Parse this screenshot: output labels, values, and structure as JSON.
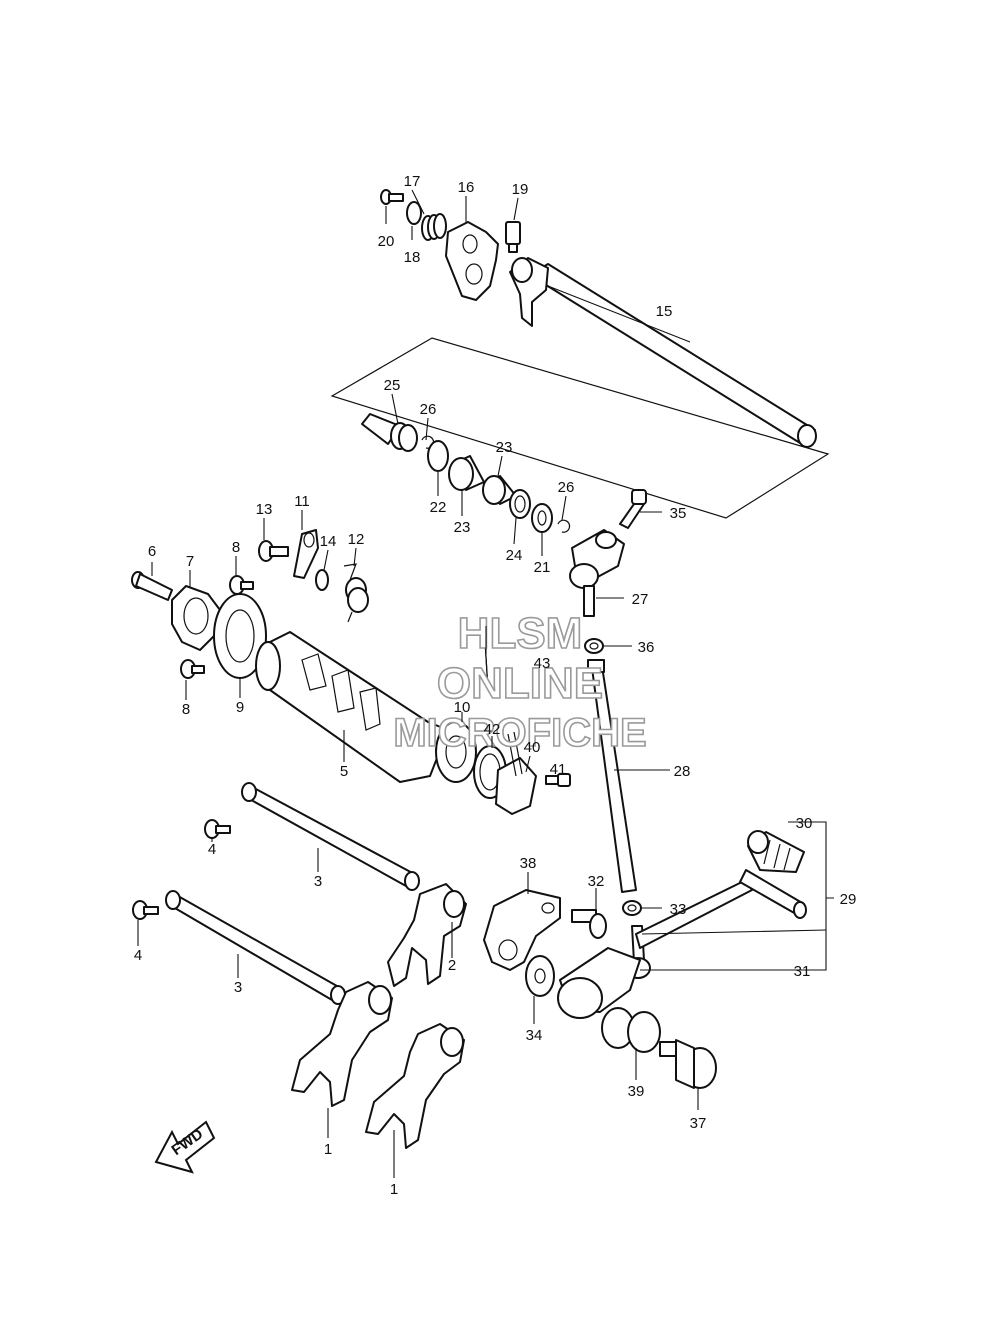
{
  "watermark": {
    "line1": "HLSM",
    "line2": "ONLINE",
    "line3": "MICROFICHE"
  },
  "fwd_label": "FWD",
  "callouts": [
    "1",
    "1",
    "2",
    "3",
    "3",
    "4",
    "4",
    "5",
    "6",
    "7",
    "8",
    "8",
    "9",
    "10",
    "11",
    "12",
    "13",
    "14",
    "15",
    "16",
    "17",
    "18",
    "19",
    "20",
    "21",
    "22",
    "23",
    "23",
    "24",
    "25",
    "26",
    "26",
    "27",
    "28",
    "29",
    "30",
    "31",
    "32",
    "33",
    "34",
    "35",
    "36",
    "37",
    "38",
    "39",
    "40",
    "41",
    "42",
    "43"
  ]
}
